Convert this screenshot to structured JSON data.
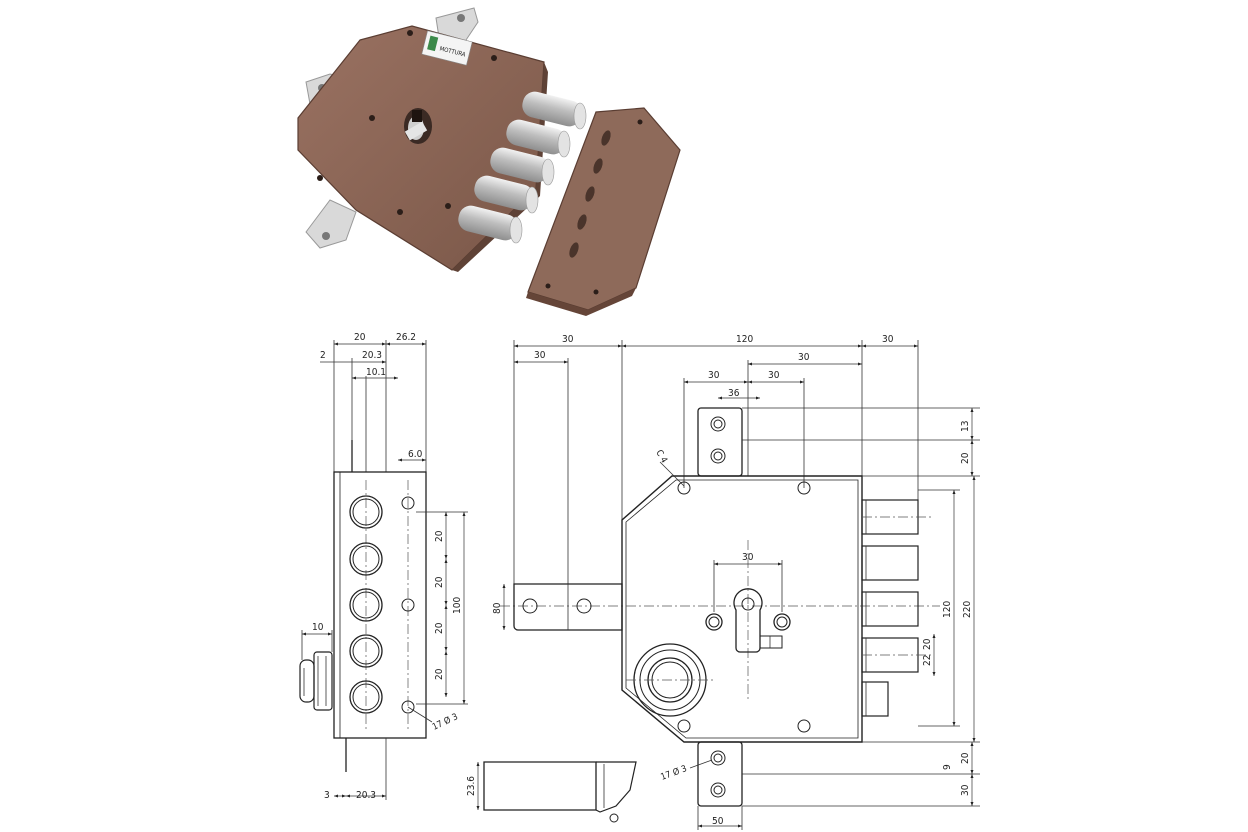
{
  "product": {
    "logo_text": "MOTTURA",
    "body_color": "#8a6455",
    "body_dark": "#6e4d41",
    "bolt_color": "#cfcfcf"
  },
  "drawing": {
    "side_view": {
      "top_dims": [
        "20",
        "26.2",
        "2",
        "20.3",
        "10.1"
      ],
      "hole_offset": "6.0",
      "bolt_pitch": [
        "20",
        "20",
        "20",
        "20"
      ],
      "bolt_span": "100",
      "knob_width": "10",
      "hole_callout": "17 Ø 3",
      "bottom_dims": [
        "3",
        "20.3"
      ]
    },
    "front_view": {
      "top_dims": [
        "30",
        "120",
        "30",
        "30",
        "30",
        "30",
        "30",
        "36"
      ],
      "chamfer_callout": "C 4",
      "key_spacing": "30",
      "handle_height": "80",
      "right_dims": [
        "13",
        "20",
        "120",
        "220",
        "22",
        "20"
      ],
      "bottom_dims": [
        "20",
        "9",
        "30"
      ],
      "hole_callout": "17 Ø 3",
      "plate_width": "50",
      "strike_depth": "23.6"
    }
  }
}
